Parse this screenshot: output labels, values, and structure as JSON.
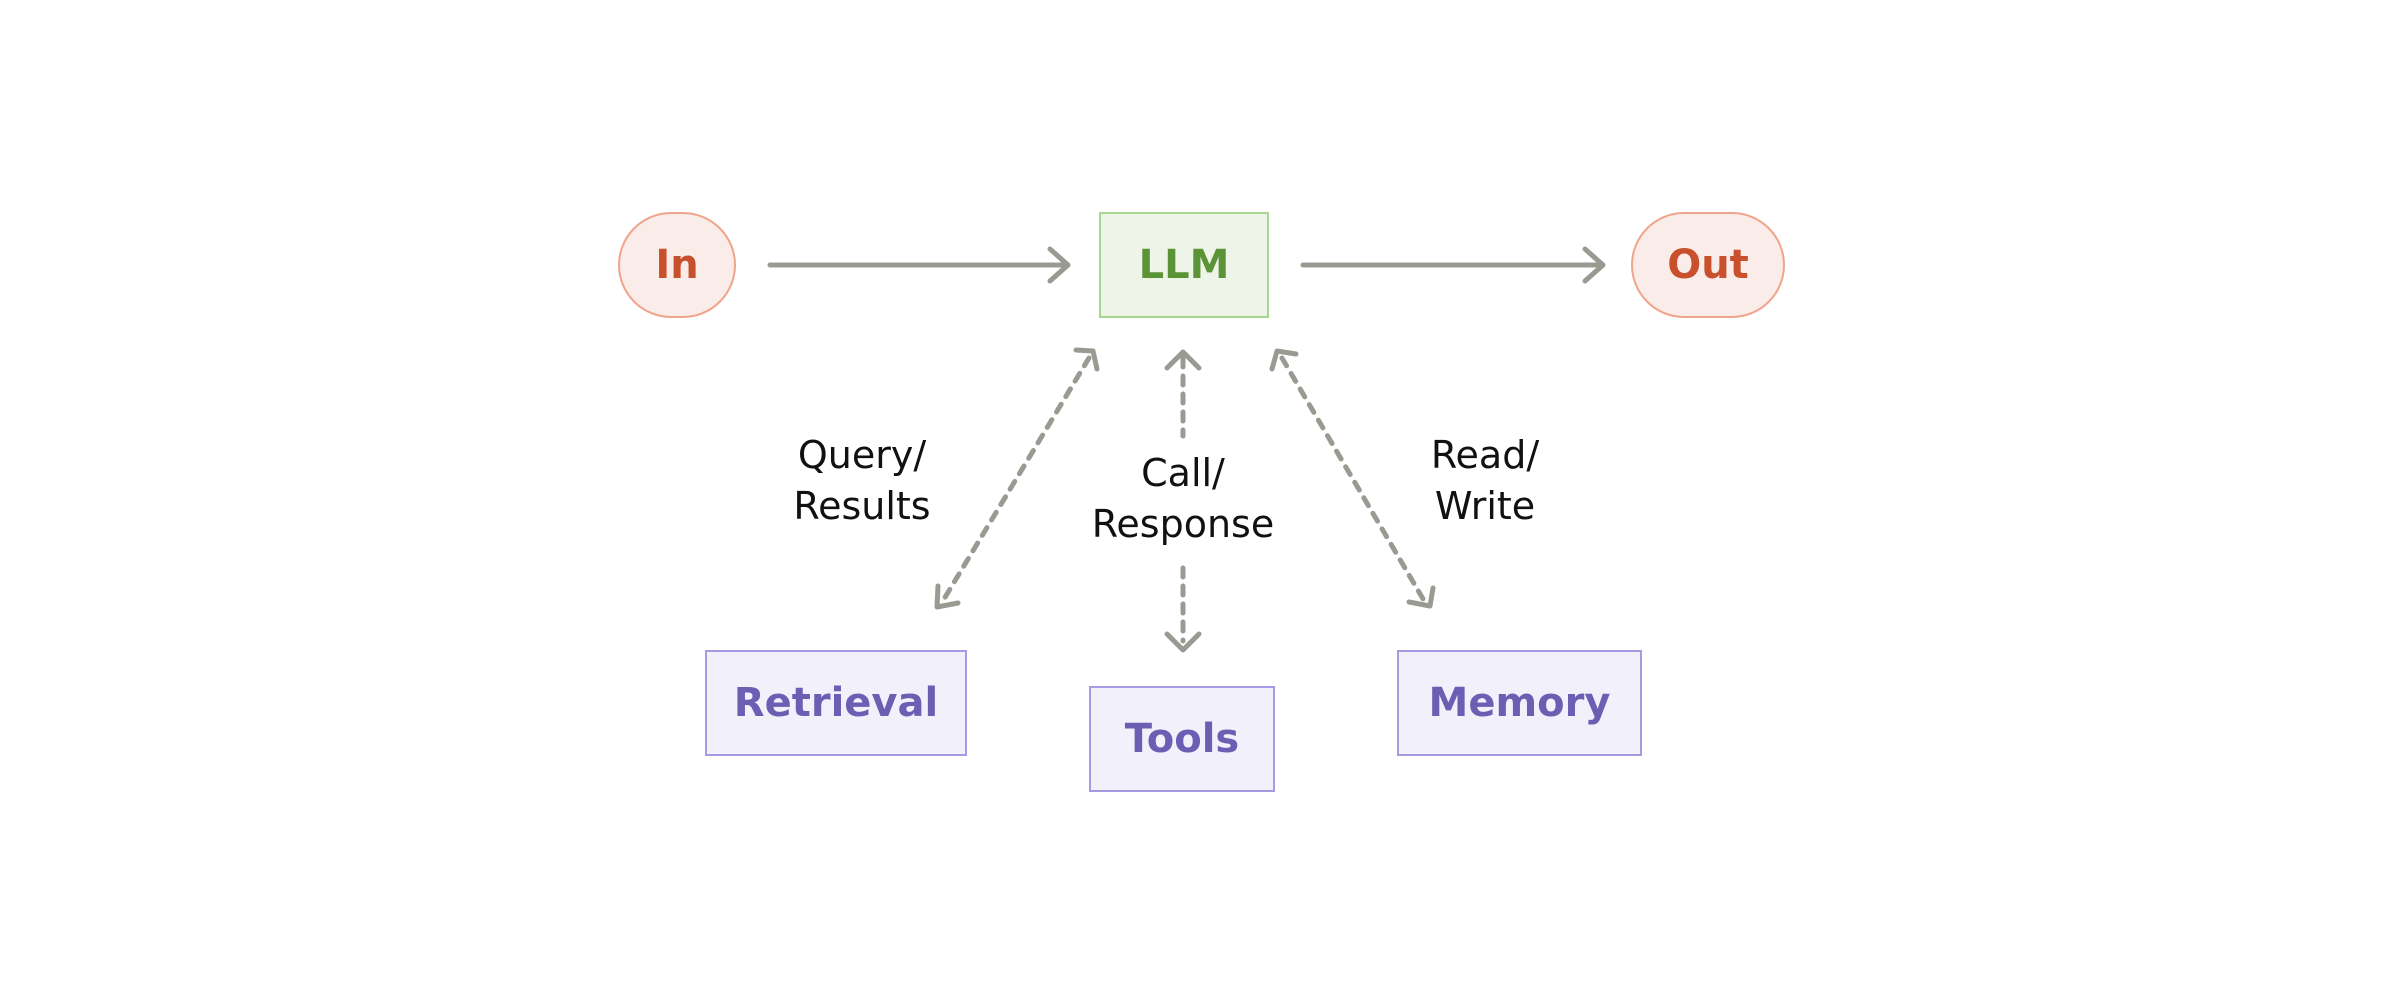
{
  "nodes": {
    "input": "In",
    "llm": "LLM",
    "output": "Out",
    "retrieval": "Retrieval",
    "tools": "Tools",
    "memory": "Memory"
  },
  "edges": {
    "retrieval": {
      "line1": "Query/",
      "line2": "Results"
    },
    "tools": {
      "line1": "Call/",
      "line2": "Response"
    },
    "memory": {
      "line1": "Read/",
      "line2": "Write"
    }
  },
  "colors": {
    "io_fill": "#f9ece9",
    "io_border": "#f1a48c",
    "io_text": "#c8502c",
    "llm_fill": "#eef4e8",
    "llm_border": "#a6d68f",
    "llm_text": "#5b9437",
    "aug_fill": "#f2f0fa",
    "aug_border": "#a69be3",
    "aug_text": "#6b5fb4",
    "arrow": "#9a9a92",
    "label_text": "#111111"
  }
}
